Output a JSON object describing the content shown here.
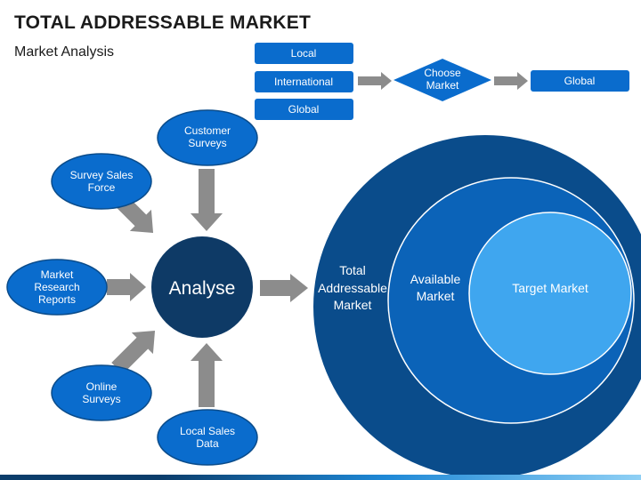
{
  "header": {
    "title": "TOTAL ADDRESSABLE MARKET",
    "subtitle": "Market Analysis"
  },
  "flow": {
    "options": [
      "Local",
      "International",
      "Global"
    ],
    "decision": [
      "Choose",
      "Market"
    ],
    "result": "Global"
  },
  "inputs": [
    {
      "lines": [
        "Customer",
        "Surveys"
      ]
    },
    {
      "lines": [
        "Survey Sales",
        "Force"
      ]
    },
    {
      "lines": [
        "Market",
        "Research",
        "Reports"
      ]
    },
    {
      "lines": [
        "Online",
        "Surveys"
      ]
    },
    {
      "lines": [
        "Local Sales",
        "Data"
      ]
    }
  ],
  "center": "Analyse",
  "circles": {
    "total": [
      "Total",
      "Addressable",
      "Market"
    ],
    "available": [
      "Available",
      "Market"
    ],
    "target": "Target Market"
  },
  "colors": {
    "dark_navy": "#0e3a66",
    "navy": "#0a4c8b",
    "blue": "#0b63b8",
    "mid_blue": "#1a82d4",
    "light_blue": "#3fa6ef",
    "arrow_gray": "#8c8c8c"
  }
}
